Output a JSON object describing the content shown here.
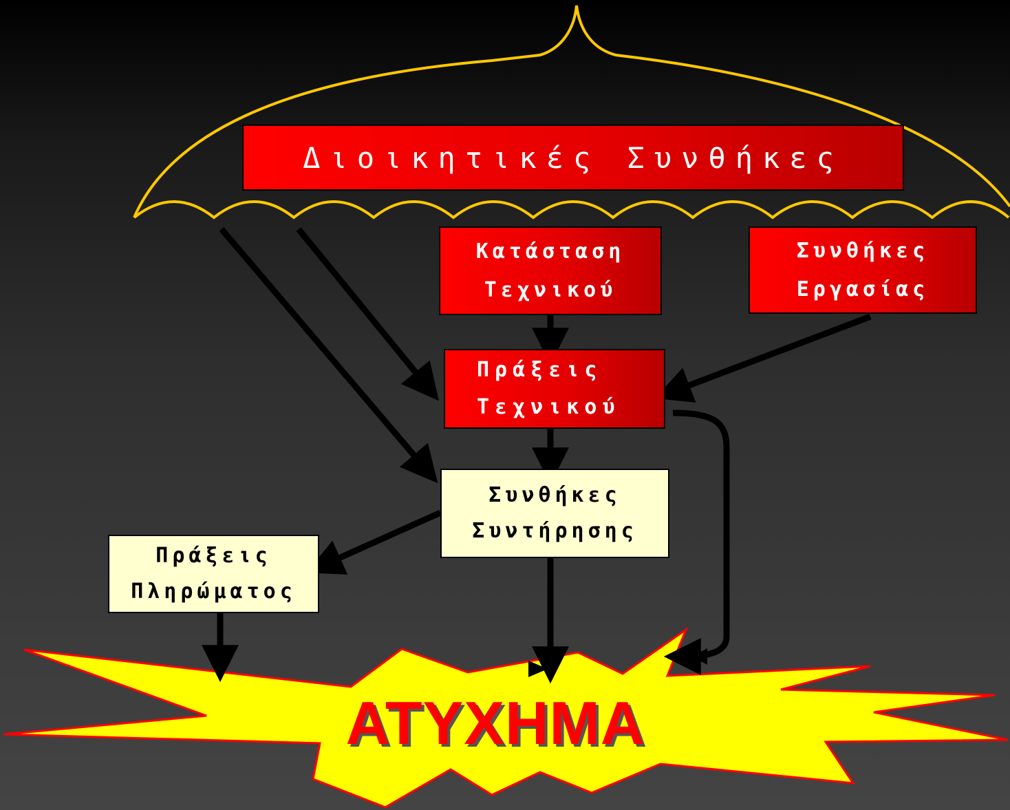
{
  "diagram": {
    "top": "Διοικητικές Συνθήκες",
    "technician_state": [
      "Κατάσταση",
      "Τεχνικού"
    ],
    "working_conditions": [
      "Συνθήκες",
      "Εργασίας"
    ],
    "technician_acts": [
      "Πράξεις",
      "Τεχνικού"
    ],
    "maintenance_conditions": [
      "Συνθήκες",
      "Συντήρησης"
    ],
    "crew_acts": [
      "Πράξεις",
      "Πληρώματος"
    ],
    "outcome": "ΑΤΥΧΗΜΑ"
  },
  "colors": {
    "umbrella": "#ffc800",
    "red_box": "#ff0000",
    "cream_box": "#ffffd0",
    "explosion_fill": "#ffff00",
    "explosion_stroke": "#ff0000",
    "outcome_text": "#ff0000",
    "arrows": "#000000"
  }
}
